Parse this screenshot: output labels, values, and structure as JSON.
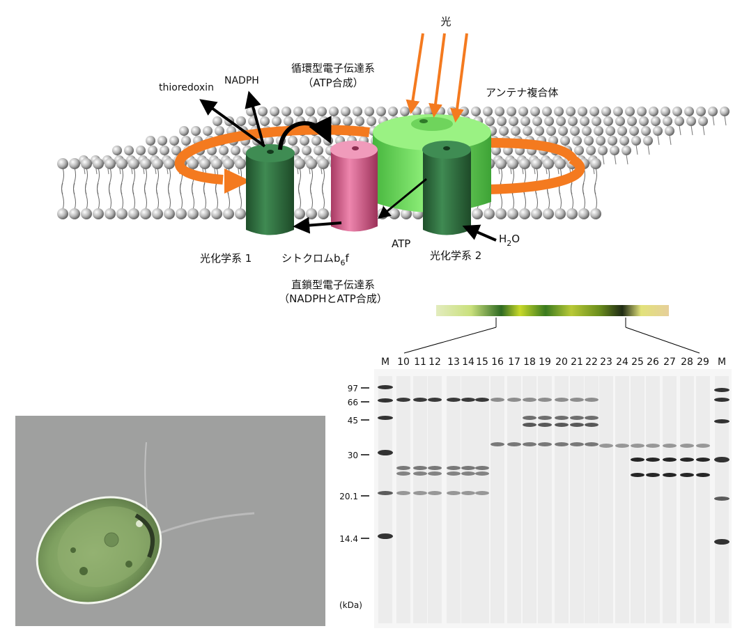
{
  "labels": {
    "light": "光",
    "antenna": "アンテナ複合体",
    "cyclic_line1": "循環型電子伝達系",
    "cyclic_line2": "（ATP合成）",
    "thioredoxin": "thioredoxin",
    "nadph": "NADPH",
    "ps1": "光化学系 1",
    "ps2": "光化学系 2",
    "cytb6f_main": "シトクロムb",
    "cytb6f_sub": "6",
    "cytb6f_tail": "f",
    "atp": "ATP",
    "h2o_main": "H",
    "h2o_sub": "2",
    "h2o_tail": "O",
    "linear_line1": "直鎖型電子伝達系",
    "linear_line2": "（NADPHとATP合成）"
  },
  "gel": {
    "lanes": [
      "M",
      "10",
      "11",
      "12",
      "13",
      "14",
      "15",
      "16",
      "17",
      "18",
      "19",
      "20",
      "21",
      "22",
      "23",
      "24",
      "25",
      "26",
      "27",
      "28",
      "29",
      "M"
    ],
    "markers": [
      "97",
      "66",
      "45",
      "30",
      "20.1",
      "14.4"
    ],
    "unit": "(kDa)"
  },
  "colors": {
    "ps_green": "#2e6b3c",
    "cyt_pink": "#d9608c",
    "antenna_green": "#6fdc5e",
    "arrow_orange": "#f47a1f"
  }
}
